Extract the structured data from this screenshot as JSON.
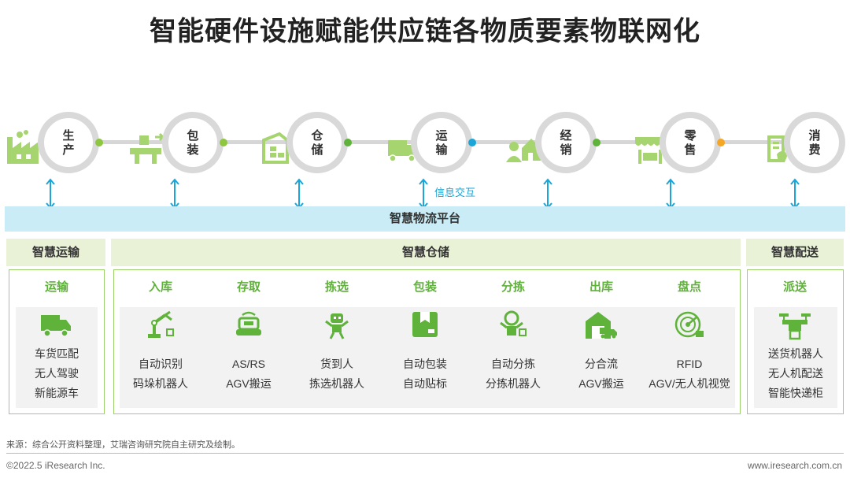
{
  "title": "智能硬件设施赋能供应链各物质要素物联网化",
  "chain": [
    {
      "l1": "生",
      "l2": "产",
      "icon": "factory-icon",
      "dot": "#8dc63f"
    },
    {
      "l1": "包",
      "l2": "装",
      "icon": "packing-icon",
      "dot": "#8dc63f"
    },
    {
      "l1": "仓",
      "l2": "储",
      "icon": "warehouse-icon",
      "dot": "#5fb23a"
    },
    {
      "l1": "运",
      "l2": "输",
      "icon": "truck-icon",
      "dot": "#1aa6d8"
    },
    {
      "l1": "经",
      "l2": "销",
      "icon": "distribution-icon",
      "dot": "#5fb23a"
    },
    {
      "l1": "零",
      "l2": "售",
      "icon": "store-icon",
      "dot": "#f5a623"
    },
    {
      "l1": "消",
      "l2": "费",
      "icon": "consumer-icon",
      "dot": null
    }
  ],
  "info_label": "信息交互",
  "platform_label": "智慧物流平台",
  "sections": {
    "transport": {
      "head": "智慧运输",
      "title": "运输",
      "icon": "truck-icon",
      "lines": [
        "车货匹配",
        "无人驾驶",
        "新能源车"
      ]
    },
    "warehouse": {
      "head": "智慧仓储",
      "cols": [
        {
          "title": "入库",
          "icon": "robot-arm-icon",
          "lines": [
            "自动识别",
            "码垛机器人"
          ]
        },
        {
          "title": "存取",
          "icon": "agv-icon",
          "lines": [
            "AS/RS",
            "AGV搬运"
          ]
        },
        {
          "title": "拣选",
          "icon": "picking-robot-icon",
          "lines": [
            "货到人",
            "拣选机器人"
          ]
        },
        {
          "title": "包装",
          "icon": "package-icon",
          "lines": [
            "自动包装",
            "自动贴标"
          ]
        },
        {
          "title": "分拣",
          "icon": "sorting-robot-icon",
          "lines": [
            "自动分拣",
            "分拣机器人"
          ]
        },
        {
          "title": "出库",
          "icon": "outbound-icon",
          "lines": [
            "分合流",
            "AGV搬运"
          ]
        },
        {
          "title": "盘点",
          "icon": "radar-icon",
          "lines": [
            "RFID",
            "AGV/无人机视觉"
          ]
        }
      ]
    },
    "delivery": {
      "head": "智慧配送",
      "title": "派送",
      "icon": "drone-icon",
      "lines": [
        "送货机器人",
        "无人机配送",
        "智能快递柜"
      ]
    }
  },
  "footer": {
    "source": "来源：综合公开资料整理，艾瑞咨询研究院自主研究及绘制。",
    "copyright": "©2022.5 iResearch Inc.",
    "website": "www.iresearch.com.cn"
  },
  "colors": {
    "green": "#5fb23a",
    "light_green": "#a6d56f",
    "blue": "#1aa6d8",
    "platform": "#c9ecf6",
    "section_head": "#e9f2d6"
  }
}
